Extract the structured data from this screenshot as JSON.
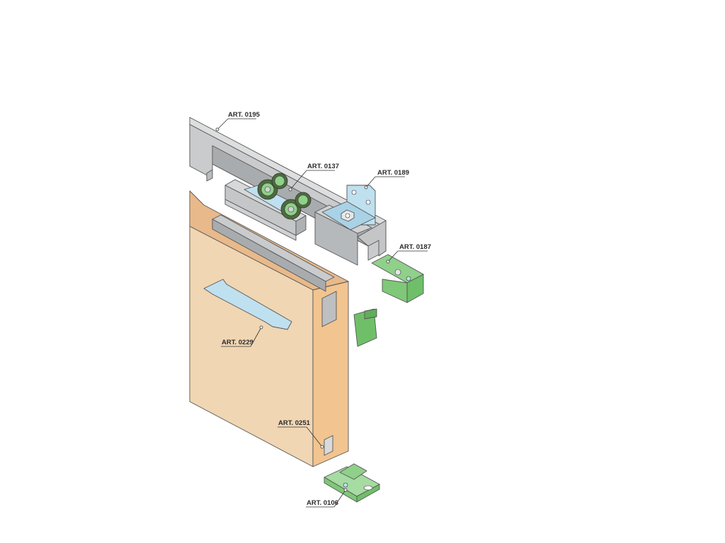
{
  "parts": [
    {
      "id": "rail",
      "label": "ART. 0195"
    },
    {
      "id": "trolley",
      "label": "ART. 0137"
    },
    {
      "id": "bracket",
      "label": "ART. 0189"
    },
    {
      "id": "stopper",
      "label": "ART. 0187"
    },
    {
      "id": "plate",
      "label": "ART. 0229"
    },
    {
      "id": "channel",
      "label": "ART. 0251"
    },
    {
      "id": "guide",
      "label": "ART. 0106"
    }
  ],
  "colors": {
    "aluminium": "#c9cbcd",
    "aluminium_dark": "#a9acae",
    "steel_blue": "#bfe0ef",
    "green": "#8fd08a",
    "green_dark": "#5fae5a",
    "wood_face": "#f0d6b3",
    "wood_edge": "#f2c48f",
    "wheel": "#4d6b3d"
  }
}
